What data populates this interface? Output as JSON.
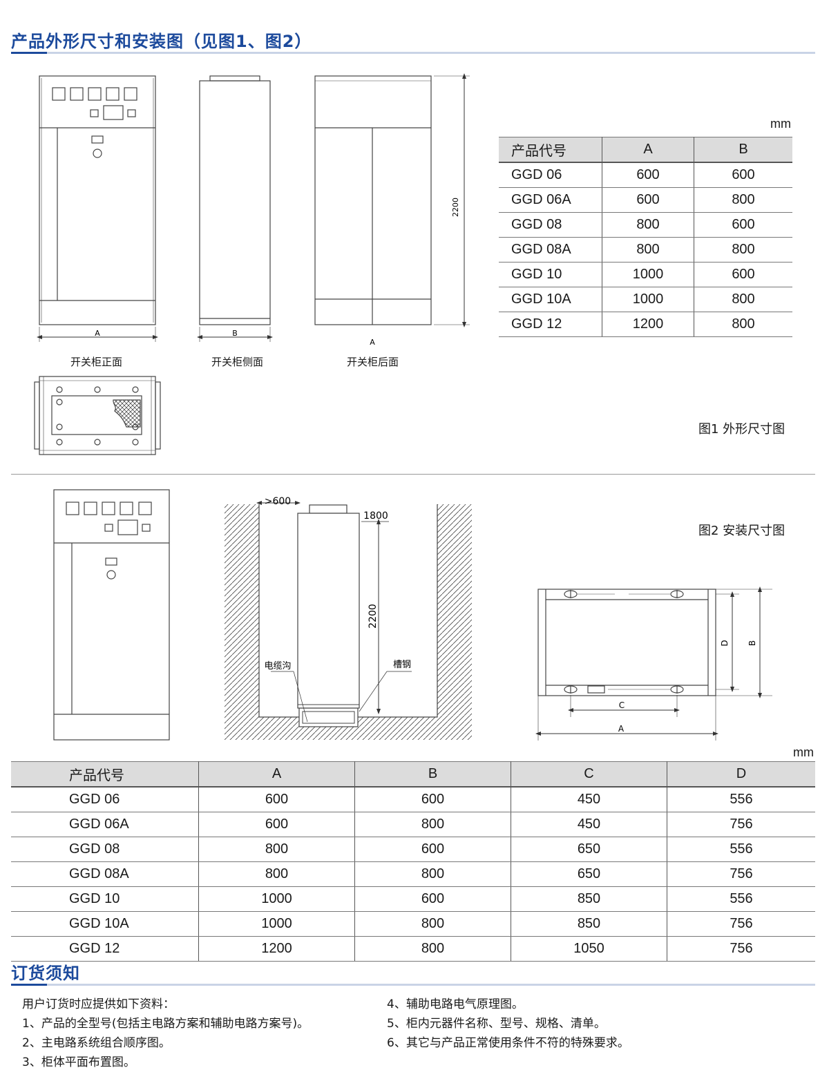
{
  "section1": {
    "title": "产品外形尺寸和安装图（见图1、图2）"
  },
  "fig1": {
    "unit": "mm",
    "label_front": "开关柜正面",
    "label_side": "开关柜侧面",
    "label_back": "开关柜后面",
    "dim_a": "A",
    "dim_b": "B",
    "dim_height": "2200",
    "caption": "图1  外形尺寸图",
    "table": {
      "headers": [
        "产品代号",
        "A",
        "B"
      ],
      "rows": [
        [
          "GGD 06",
          "600",
          "600"
        ],
        [
          "GGD 06A",
          "600",
          "800"
        ],
        [
          "GGD 08",
          "800",
          "600"
        ],
        [
          "GGD 08A",
          "800",
          "800"
        ],
        [
          "GGD  10",
          "1000",
          "600"
        ],
        [
          "GGD 10A",
          "1000",
          "800"
        ],
        [
          "GGD 12",
          "1200",
          "800"
        ]
      ]
    }
  },
  "fig2": {
    "caption": "图2  安装尺寸图",
    "dim_gap": ">600",
    "dim_top": "1800",
    "dim_height": "2200",
    "label_cable_trench": "电缆沟",
    "label_channel_steel": "槽钢",
    "dim_a": "A",
    "dim_b": "B",
    "dim_c": "C",
    "dim_d": "D",
    "unit": "mm",
    "table": {
      "headers": [
        "产品代号",
        "A",
        "B",
        "C",
        "D"
      ],
      "rows": [
        [
          "GGD 06",
          "600",
          "600",
          "450",
          "556"
        ],
        [
          "GGD 06A",
          "600",
          "800",
          "450",
          "756"
        ],
        [
          "GGD 08",
          "800",
          "600",
          "650",
          "556"
        ],
        [
          "GGD 08A",
          "800",
          "800",
          "650",
          "756"
        ],
        [
          "GGD  10",
          "1000",
          "600",
          "850",
          "556"
        ],
        [
          "GGD 10A",
          "1000",
          "800",
          "850",
          "756"
        ],
        [
          "GGD 12",
          "1200",
          "800",
          "1050",
          "756"
        ]
      ]
    }
  },
  "ordering": {
    "title": "订货须知",
    "left_items": [
      "用户订货时应提供如下资料：",
      "1、产品的全型号(包括主电路方案和辅助电路方案号)。",
      "2、主电路系统组合顺序图。",
      "3、柜体平面布置图。"
    ],
    "right_items": [
      "4、辅助电路电气原理图。",
      "5、柜内元器件名称、型号、规格、清单。",
      "6、其它与产品正常使用条件不符的特殊要求。"
    ]
  },
  "colors": {
    "accent": "#1c4a9c",
    "table_header": "#dcdcdc",
    "line": "#555555"
  }
}
